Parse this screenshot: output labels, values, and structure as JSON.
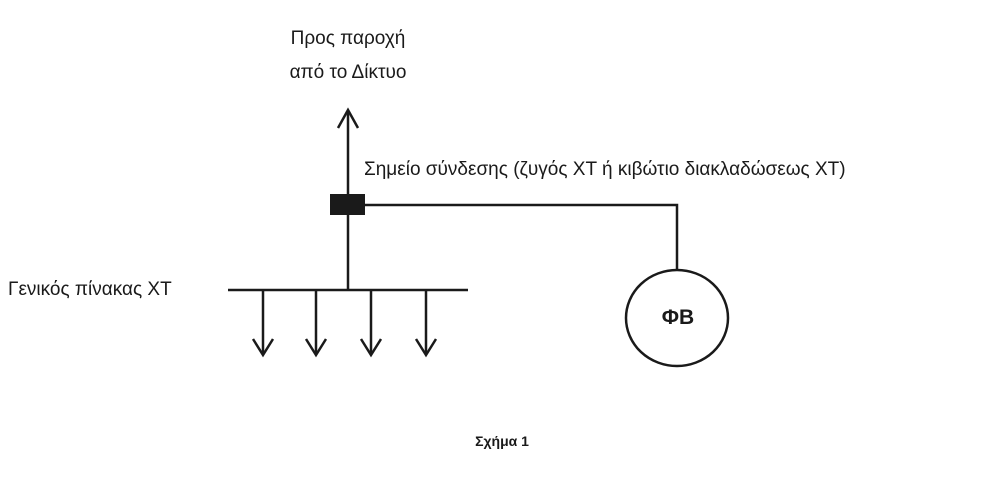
{
  "labels": {
    "grid_line1": "Προς παροχή",
    "grid_line2": "από το Δίκτυο",
    "connection_point": "Σημείο σύνδεσης (ζυγός ΧΤ ή κιβώτιο διακλαδώσεως ΧΤ)",
    "main_panel": "Γενικός πίνακας ΧΤ",
    "pv_unit": "ΦΒ"
  },
  "caption": "Σχήμα 1"
}
